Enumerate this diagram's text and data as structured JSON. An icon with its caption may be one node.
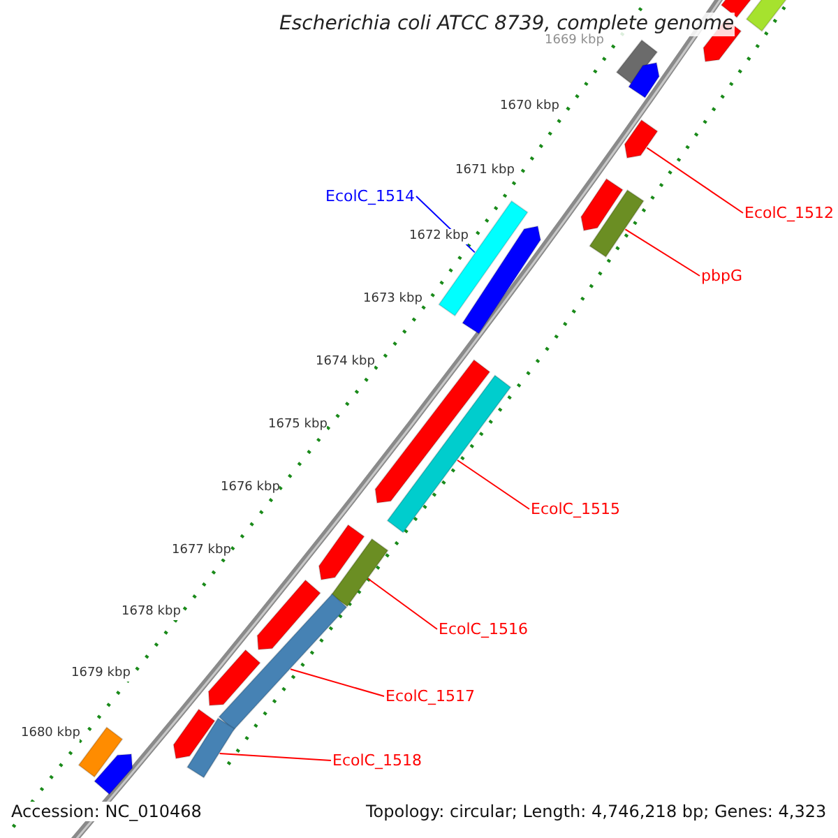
{
  "diagram": {
    "title": "Escherichia coli ATCC 8739, complete genome",
    "nodes": [
      {
        "text": [
          "EcolC_1512"
        ]
      },
      {
        "text": [],
        "shape": "arrow"
      },
      {
        "text": [
          "pbpG"
        ]
      },
      {
        "text": [],
        "shape": "bar"
      },
      {
        "text": [
          "EcolC_1514"
        ]
      },
      {
        "text": [],
        "shape": "bar"
      },
      {
        "text": [
          "EcolC_1515"
        ]
      },
      {
        "text": [],
        "shape": "bar"
      },
      {
        "text": [
          "EcolC_1516"
        ]
      },
      {
        "text": [],
        "shape": "bar"
      },
      {
        "text": [
          "EcolC_1517"
        ]
      },
      {
        "text": [],
        "shape": "bar"
      },
      {
        "text": [
          "EcolC_1518"
        ]
      },
      {
        "text": [],
        "shape": "bar"
      },
      {
        "text": [],
        "shape": "arrow"
      },
      {
        "text": [],
        "shape": "bar"
      },
      {
        "text": [],
        "shape": "arrow"
      },
      {
        "text": [],
        "shape": "bar"
      },
      {
        "text": [],
        "shape": "arrow"
      },
      {
        "text": [],
        "shape": "arrow"
      },
      {
        "text": [],
        "shape": "arrow"
      },
      {
        "text": [],
        "shape": "arrow"
      },
      {
        "text": [],
        "shape": "arrow"
      },
      {
        "text": [],
        "shape": "arrow"
      },
      {
        "text": [],
        "shape": "arrow"
      },
      {
        "text": [],
        "shape": "arrow"
      },
      {
        "text": [],
        "shape": "bar"
      },
      {
        "text": [],
        "shape": "arrow"
      }
    ],
    "edges": [
      {
        "from": 0,
        "to": 1,
        "arrow": "none"
      },
      {
        "from": 2,
        "to": 3,
        "arrow": "none"
      },
      {
        "from": 4,
        "to": 5,
        "arrow": "none",
        "color": "#0000ff"
      },
      {
        "from": 6,
        "to": 7,
        "arrow": "none"
      },
      {
        "from": 8,
        "to": 9,
        "arrow": "none"
      },
      {
        "from": 10,
        "to": 11,
        "arrow": "none"
      },
      {
        "from": 12,
        "to": 13,
        "arrow": "none"
      }
    ],
    "labels": [
      "1669 kbp",
      "1670 kbp",
      "1671 kbp",
      "1672 kbp",
      "1673 kbp",
      "1674 kbp",
      "1675 kbp",
      "1676 kbp",
      "1677 kbp",
      "1678 kbp",
      "1679 kbp",
      "1680 kbp",
      "Accession: NC_010468",
      "Topology: circular; Length: 4,746,218 bp; Genes: 4,323"
    ]
  }
}
